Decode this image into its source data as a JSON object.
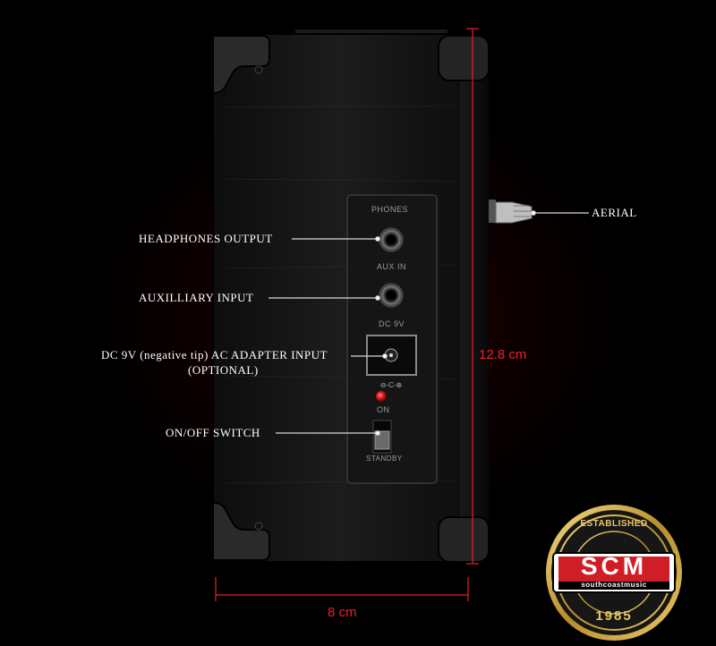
{
  "callouts": {
    "headphones": "HEADPHONES OUTPUT",
    "aux": "AUXILLIARY INPUT",
    "dc_line1": "DC 9V (negative tip) AC ADAPTER INPUT",
    "dc_line2": "(OPTIONAL)",
    "switch": "ON/OFF SWITCH",
    "aerial": "AERIAL"
  },
  "panel": {
    "phones": "PHONES",
    "aux_in": "AUX IN",
    "dc": "DC 9V",
    "on": "ON",
    "standby": "STANDBY"
  },
  "dimensions": {
    "height": "12.8 cm",
    "width": "8 cm"
  },
  "logo": {
    "top": "ESTABLISHED",
    "brand": "SCM",
    "sub": "southcoastmusic",
    "year": "1985"
  },
  "colors": {
    "dimension": "#e8222a",
    "logo_gold": "#d4b24a",
    "logo_red": "#d01e26"
  }
}
